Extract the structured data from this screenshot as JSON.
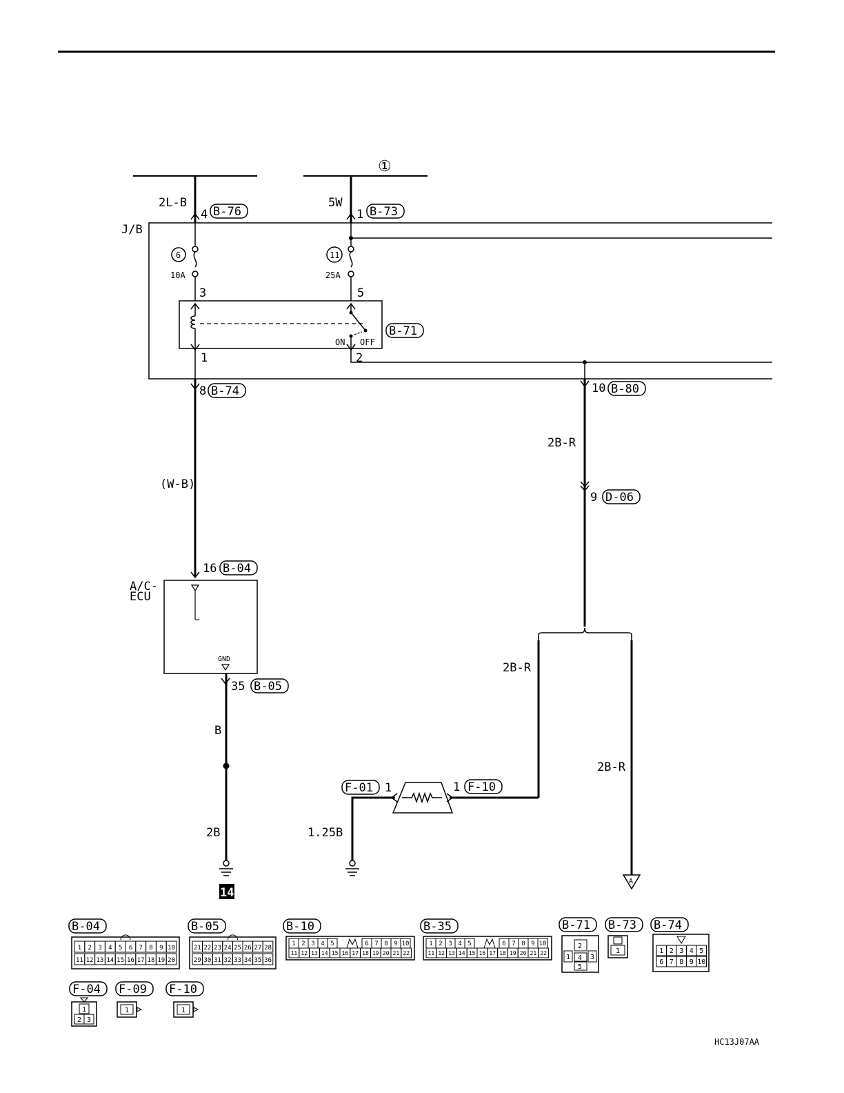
{
  "fuse_left": {
    "number": "6",
    "rating": "10A"
  },
  "fuse_right": {
    "number": "11",
    "rating": "25A"
  },
  "source_marker": "①",
  "wires": {
    "top_left": "2L-B",
    "top_right": "5W",
    "left_mid": "(W-B)",
    "right_mid": "2B-R",
    "branch_left": "2B-R",
    "branch_right": "2B-R",
    "gnd_b": "B",
    "gnd_2b": "2B",
    "res_gnd": "1.25B"
  },
  "junction_block": "J/B",
  "pins": {
    "b76": "4",
    "b73": "1",
    "relay_3": "3",
    "relay_5": "5",
    "relay_1": "1",
    "relay_2": "2",
    "b74": "8",
    "b80": "10",
    "d06": "9",
    "b04": "16",
    "b05": "35",
    "f01": "1",
    "f10": "1"
  },
  "connectors": {
    "b76": "B-76",
    "b73": "B-73",
    "b71": "B-71",
    "b74": "B-74",
    "b80": "B-80",
    "d06": "D-06",
    "b04": "B-04",
    "b05": "B-05",
    "f01": "F-01",
    "f10": "F-10"
  },
  "relay": {
    "on": "ON",
    "off": "OFF"
  },
  "ecu": {
    "name_line1": "A/C-",
    "name_line2": "ECU",
    "gnd": "GND"
  },
  "ground_point": "14",
  "arrow_a": "A",
  "legend": {
    "b04": {
      "label": "B-04",
      "row1": [
        "1",
        "2",
        "3",
        "4",
        "5",
        "6",
        "7",
        "8",
        "9",
        "10"
      ],
      "row2": [
        "11",
        "12",
        "13",
        "14",
        "15",
        "16",
        "17",
        "18",
        "19",
        "20"
      ]
    },
    "b05": {
      "label": "B-05",
      "row1": [
        "21",
        "22",
        "23",
        "24",
        "25",
        "26",
        "27",
        "28"
      ],
      "row2": [
        "29",
        "30",
        "31",
        "32",
        "33",
        "34",
        "35",
        "36"
      ]
    },
    "b10": {
      "label": "B-10",
      "row1a": [
        "1",
        "2",
        "3",
        "4",
        "5"
      ],
      "row1b": [
        "6",
        "7",
        "8",
        "9",
        "10"
      ],
      "row2": [
        "11",
        "12",
        "13",
        "14",
        "15",
        "16",
        "17",
        "18",
        "19",
        "20",
        "21",
        "22"
      ]
    },
    "b35": {
      "label": "B-35",
      "row1a": [
        "1",
        "2",
        "3",
        "4",
        "5"
      ],
      "row1b": [
        "6",
        "7",
        "8",
        "9",
        "10"
      ],
      "row2": [
        "11",
        "12",
        "13",
        "14",
        "15",
        "16",
        "17",
        "18",
        "19",
        "20",
        "21",
        "22"
      ]
    },
    "b71": {
      "label": "B-71",
      "pins": [
        "2",
        "1",
        "4",
        "3",
        "5"
      ]
    },
    "b73": {
      "label": "B-73",
      "pins": [
        "1"
      ]
    },
    "b74": {
      "label": "B-74",
      "row1": [
        "1",
        "2",
        "3",
        "4",
        "5"
      ],
      "row2": [
        "6",
        "7",
        "8",
        "9",
        "10"
      ]
    },
    "f04": {
      "label": "F-04",
      "pins": [
        "1",
        "2",
        "3"
      ]
    },
    "f09": {
      "label": "F-09",
      "pins": [
        "1"
      ]
    },
    "f10": {
      "label": "F-10",
      "pins": [
        "1"
      ]
    }
  },
  "figure_code": "HC13J07AA"
}
